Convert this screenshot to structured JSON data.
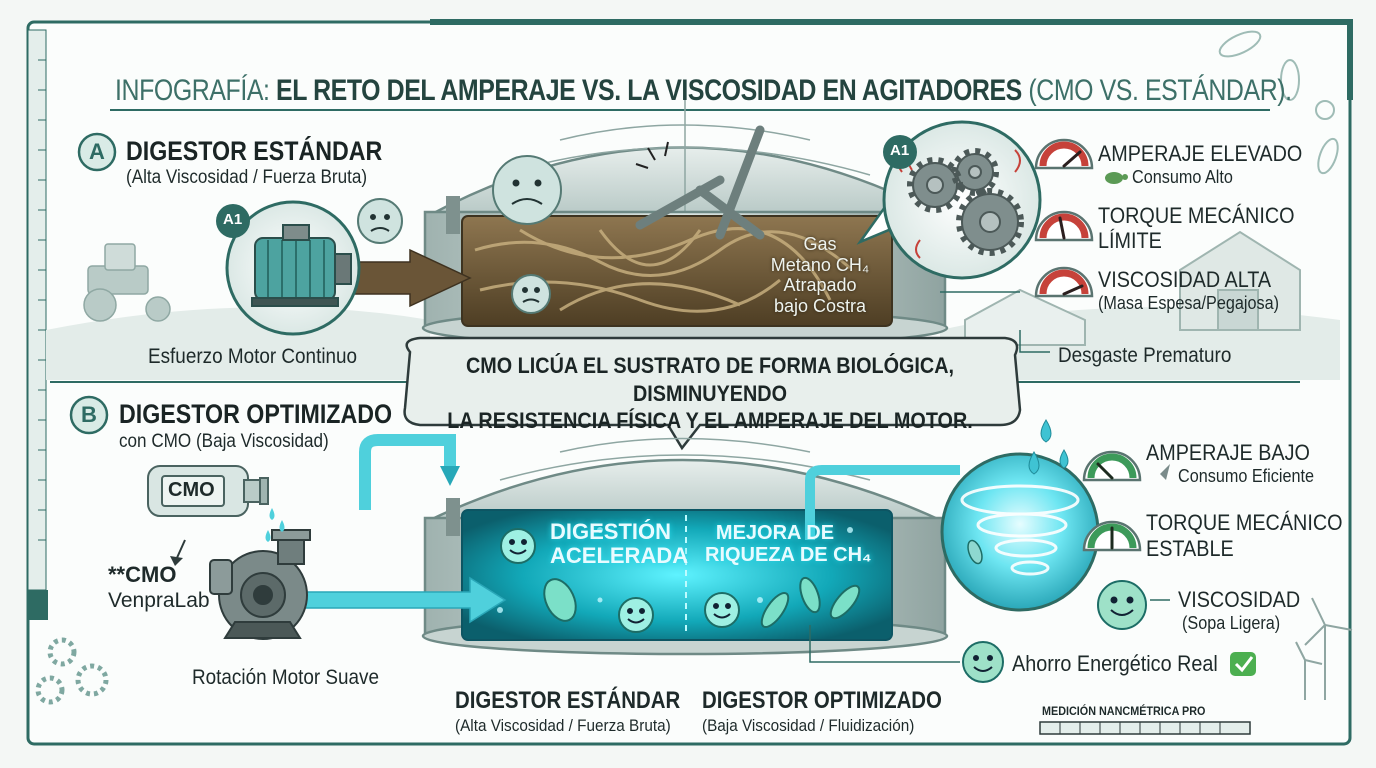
{
  "title": {
    "prefix": "INFOGRAFÍA: ",
    "main": "EL RETO DEL AMPERAJE VS. LA VISCOSIDAD EN AGITADORES",
    "suffix": " (CMO VS. ESTÁNDAR)."
  },
  "section_a": {
    "badge": "A",
    "heading": "DIGESTOR ESTÁNDAR",
    "subheading": "(Alta Viscosidad / Fuerza Bruta)",
    "motor_badge": "A1",
    "gear_badge": "A1",
    "motor_label": "Esfuerzo Motor Continuo",
    "gas_label": [
      "Gas",
      "Metano CH₄",
      "Atrapado",
      "bajo Costra"
    ],
    "metrics": [
      {
        "title": "AMPERAJE ELEVADO",
        "subtitle": "Consumo Alto"
      },
      {
        "title": "TORQUE MECÁNICO",
        "subtitle": "LÍMITE"
      },
      {
        "title": "VISCOSIDAD ALTA",
        "subtitle": "(Masa Espesa/Pegajosa)"
      }
    ],
    "wear_label": "Desgaste Prematuro"
  },
  "callout": {
    "line1": "CMO LICÚA EL SUSTRATO DE FORMA BIOLÓGICA, DISMINUYENDO",
    "line2": "LA RESISTENCIA FÍSICA Y EL AMPERAJE DEL MOTOR."
  },
  "section_b": {
    "badge": "B",
    "heading": "DIGESTOR OPTIMIZADO",
    "subheading": "con CMO (Baja Viscosidad)",
    "bottle_label": "CMO",
    "brand_line1": "**CMO",
    "brand_line2": "VenpraLab",
    "pump_label": "Rotación Motor Suave",
    "inner_left": [
      "DIGESTIÓN",
      "ACELERADA"
    ],
    "inner_right": [
      "MEJORA DE",
      "RIQUEZA DE CH₄"
    ],
    "metrics": [
      {
        "title": "AMPERAJE BAJO",
        "subtitle": "Consumo Eficiente"
      },
      {
        "title": "TORQUE MECÁNICO",
        "subtitle": "ESTABLE"
      },
      {
        "title": "VISCOSIDAD",
        "subtitle": "(Sopa Ligera)"
      }
    ],
    "savings_label": "Ahorro Energético Real"
  },
  "bottom": {
    "left_heading": "DIGESTOR ESTÁNDAR",
    "left_sub": "(Alta Viscosidad / Fuerza Bruta)",
    "right_heading": "DIGESTOR OPTIMIZADO",
    "right_sub": "(Baja Viscosidad / Fluidización)",
    "ruler_label": "MEDICIÓN NANCMÉTRICA PRO"
  },
  "colors": {
    "teal_dark": "#2e6b63",
    "cyan_glow": "#27d3e0",
    "sludge": "#7a6440",
    "gauge_red": "#c6423a",
    "gauge_green": "#3d9a5a",
    "check_green": "#4caf50"
  },
  "icons": [
    "tractor-icon",
    "motor-icon",
    "gear-icon",
    "gauge-icon",
    "turtle-icon",
    "rocket-icon",
    "check-icon",
    "bottle-icon",
    "pump-icon",
    "bacteria-icon",
    "wind-turbine-icon",
    "barn-icon",
    "smiley-icon"
  ]
}
